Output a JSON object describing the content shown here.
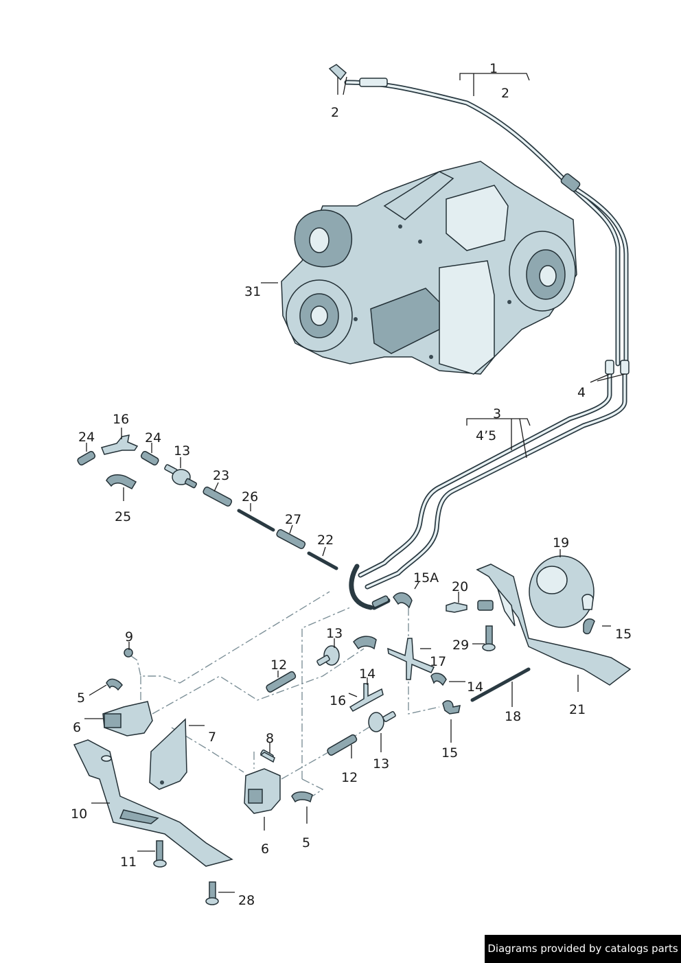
{
  "diagram": {
    "labels": [
      "1",
      "2",
      "2",
      "3",
      "4",
      "4’5",
      "5",
      "5",
      "6",
      "6",
      "7",
      "8",
      "9",
      "10",
      "11",
      "12",
      "12",
      "13",
      "13",
      "13",
      "14",
      "14",
      "15",
      "15",
      "15A",
      "16",
      "16",
      "17",
      "18",
      "19",
      "20",
      "21",
      "22",
      "23",
      "24",
      "24",
      "25",
      "26",
      "27",
      "28",
      "29",
      "31"
    ]
  },
  "colors": {
    "part_fill": "#c3d6dc",
    "part_outline": "#233036",
    "vacuum_line": "#7d9098"
  },
  "footer": {
    "credit": "Diagrams provided by catalogs parts"
  }
}
